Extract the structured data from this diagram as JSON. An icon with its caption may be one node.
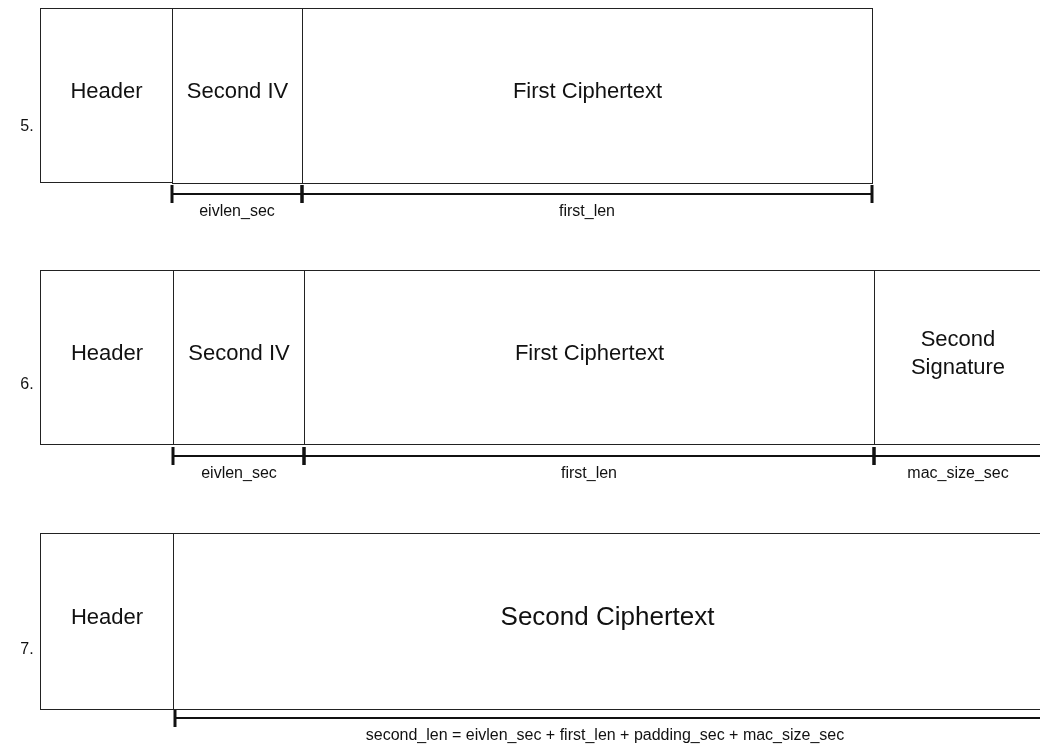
{
  "diagram": {
    "nodes": [
      {
        "text": [
          "Header"
        ]
      },
      {
        "text": [
          "Second IV"
        ]
      },
      {
        "text": [
          "First Ciphertext"
        ]
      },
      {
        "text": [
          "Header"
        ]
      },
      {
        "text": [
          "Second IV"
        ]
      },
      {
        "text": [
          "First Ciphertext"
        ]
      },
      {
        "text": [
          "Second Signature"
        ]
      },
      {
        "text": [
          "Header"
        ]
      },
      {
        "text": [
          "Second Ciphertext"
        ]
      }
    ],
    "labels": [
      "5.",
      "eivlen_sec",
      "first_len",
      "6.",
      "eivlen_sec",
      "first_len",
      "mac_size_sec",
      "7.",
      "second_len = eivlen_sec + first_len + padding_sec + mac_size_sec"
    ]
  }
}
